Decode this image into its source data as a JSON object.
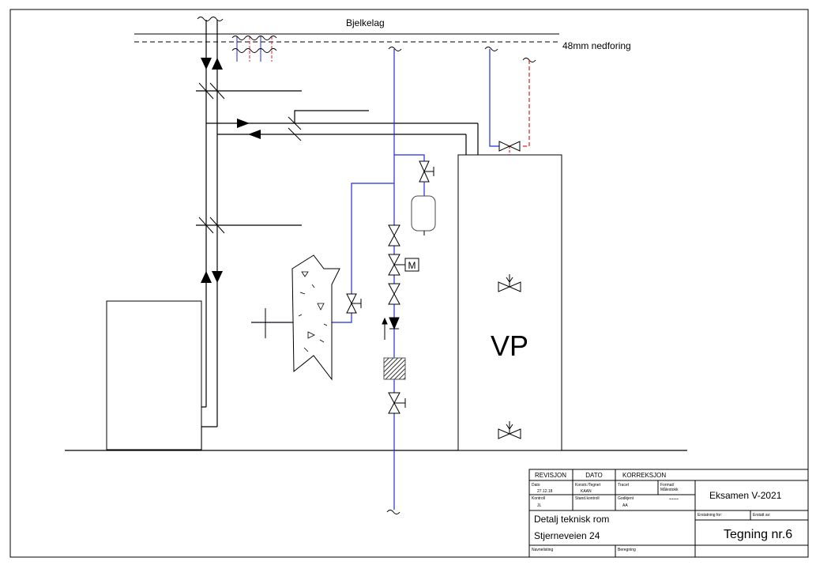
{
  "labels": {
    "ceiling": "Bjelkelag",
    "downpipe": "48mm nedforing",
    "heat_pump": "VP",
    "motor": "M"
  },
  "title_block": {
    "headers": {
      "revision": "REVISJON",
      "date": "DATO",
      "correction": "KORREKSJON"
    },
    "date_label": "Dato",
    "date_value": "27.12.18",
    "designed_label": "Konstr./Tegnet",
    "designed_value": "KAAN",
    "drawn_label": "Tracet",
    "format_label": "Format/",
    "scale_label": "Målestokk",
    "scale_value": "----",
    "control_label": "Kontroll",
    "control_value": "JL",
    "standard_label": "Stand.kontroll",
    "approved_label": "Godkjent",
    "approved_value": "AA",
    "exam": "Eksamen V-2021",
    "replaces_label": "Erstatning for:",
    "replaced_by_label": "Erstatt av:",
    "drawing_title_1": "Detalj teknisk rom",
    "drawing_title_2": "Stjerneveien 24",
    "drawing_number": "Tegning nr.6",
    "name_label": "Navnelisting",
    "calc_label": "Beregning"
  },
  "colors": {
    "line": "#000000",
    "cold_water": "#1f2fd6",
    "hot_water": "#e02020",
    "expansion_tank": "#4a4a4a",
    "filter": "#555555"
  }
}
